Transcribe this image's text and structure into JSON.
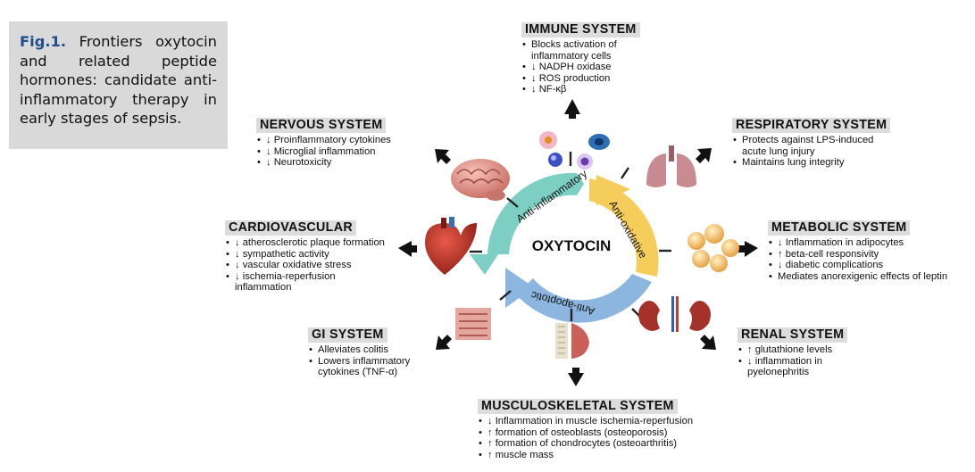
{
  "caption": {
    "label": "Fig.1.",
    "text": " Frontiers oxytocin and related peptide hormones: candidate anti-inflammatory therapy in early stages of sepsis."
  },
  "center": {
    "title": "OXYTOCIN",
    "arcs": [
      "Anti-inflammatory",
      "Anti-oxidative",
      "Anti-apoptotic"
    ]
  },
  "systems": [
    {
      "key": "immune",
      "title": "IMMUNE SYSTEM",
      "items": [
        "Blocks activation of inflammatory cells",
        "↓ NADPH oxidase",
        "↓ ROS production",
        "↓ NF-κβ"
      ]
    },
    {
      "key": "nervous",
      "title": "NERVOUS SYSTEM",
      "items": [
        "↓ Proinflammatory cytokines",
        "↓ Microglial inflammation",
        "↓ Neurotoxicity"
      ]
    },
    {
      "key": "respiratory",
      "title": "RESPIRATORY SYSTEM",
      "items": [
        "Protects against LPS-induced acute lung injury",
        "Maintains lung integrity"
      ]
    },
    {
      "key": "cardio",
      "title": "CARDIOVASCULAR",
      "items": [
        "↓ atherosclerotic plaque formation",
        "↓ sympathetic activity",
        "↓ vascular oxidative stress",
        "↓ ischemia-reperfusion inflammation"
      ]
    },
    {
      "key": "metabolic",
      "title": "METABOLIC SYSTEM",
      "items": [
        "↓ Inflammation in adipocytes",
        "↑ beta-cell responsivity",
        "↓ diabetic complications",
        "Mediates anorexigenic effects of leptin"
      ]
    },
    {
      "key": "gi",
      "title": "GI SYSTEM",
      "items": [
        "Alleviates colitis",
        "Lowers inflammatory cytokines  (TNF-α)"
      ]
    },
    {
      "key": "renal",
      "title": "RENAL SYSTEM",
      "items": [
        "↑ glutathione levels",
        "↓ inflammation in pyelonephritis"
      ]
    },
    {
      "key": "musculo",
      "title": "MUSCULOSKELETAL SYSTEM",
      "items": [
        "↓ Inflammation in muscle ischemia-reperfusion",
        "↑ formation of osteoblasts (osteoporosis)",
        "↑ formation of chondrocytes (osteoarthritis)",
        "↑ muscle mass"
      ]
    }
  ],
  "colors": {
    "arc_inflammatory": "#7ecfc3",
    "arc_oxidative": "#f5cd5a",
    "arc_apoptotic": "#8cb6df",
    "title_bg": "#dcdcdc",
    "caption_bg": "#d9d9d9",
    "caption_label": "#1f4e8c"
  },
  "icons": [
    "immune-cells-icon",
    "brain-icon",
    "lungs-icon",
    "heart-icon",
    "adipocytes-icon",
    "intestine-icon",
    "kidneys-icon",
    "muscle-skeleton-icon"
  ]
}
